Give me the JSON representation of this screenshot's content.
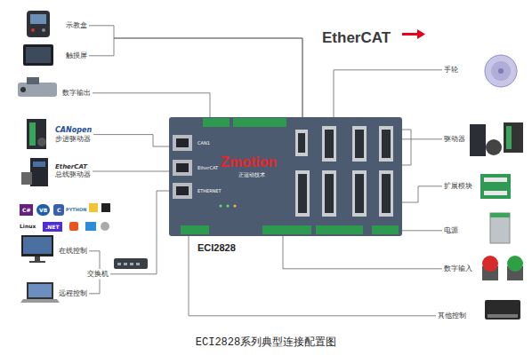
{
  "diagram": {
    "caption": "ECI2828系列典型连接配置图",
    "nodes": [
      {
        "text": [
          "示教盒"
        ]
      },
      {
        "text": [
          "触摸屏"
        ]
      },
      {
        "text": [
          "数字输出"
        ]
      },
      {
        "text": [
          "CANopen",
          "步进驱动器"
        ]
      },
      {
        "text": [
          "EtherCAT",
          "总线驱动器"
        ]
      },
      {
        "text": [
          "在线控制"
        ]
      },
      {
        "text": [
          "交换机"
        ]
      },
      {
        "text": [
          "远程控制"
        ]
      },
      {
        "text": [
          "Zmotion",
          "正运动技术",
          "ECI2828"
        ]
      },
      {
        "text": [
          "手轮"
        ]
      },
      {
        "text": [
          "驱动器"
        ]
      },
      {
        "text": [
          "扩展模块"
        ]
      },
      {
        "text": [
          "电源"
        ]
      },
      {
        "text": [
          "数字输入"
        ]
      },
      {
        "text": [
          "其他控制"
        ]
      }
    ],
    "edges": [
      {
        "from": 0,
        "to": 8,
        "arrow": "none"
      },
      {
        "from": 1,
        "to": 8,
        "arrow": "none"
      },
      {
        "from": 2,
        "to": 8,
        "arrow": "none"
      },
      {
        "from": 3,
        "to": 8,
        "arrow": "none"
      },
      {
        "from": 4,
        "to": 8,
        "arrow": "none"
      },
      {
        "from": 5,
        "to": 6,
        "arrow": "none"
      },
      {
        "from": 7,
        "to": 6,
        "arrow": "none"
      },
      {
        "from": 6,
        "to": 8,
        "arrow": "none"
      },
      {
        "from": 9,
        "to": 8,
        "arrow": "none"
      },
      {
        "from": 10,
        "to": 8,
        "arrow": "none"
      },
      {
        "from": 11,
        "to": 8,
        "arrow": "none"
      },
      {
        "from": 12,
        "to": 8,
        "arrow": "none"
      },
      {
        "from": 13,
        "to": 8,
        "arrow": "none"
      },
      {
        "from": 14,
        "to": 8,
        "arrow": "none"
      }
    ],
    "labels": [
      "EtherCAT",
      "C#",
      "VB",
      "C",
      "PYTHON",
      "Linux",
      ".NET",
      "CAN1",
      "EtherCAT",
      "ETHERNET"
    ]
  }
}
